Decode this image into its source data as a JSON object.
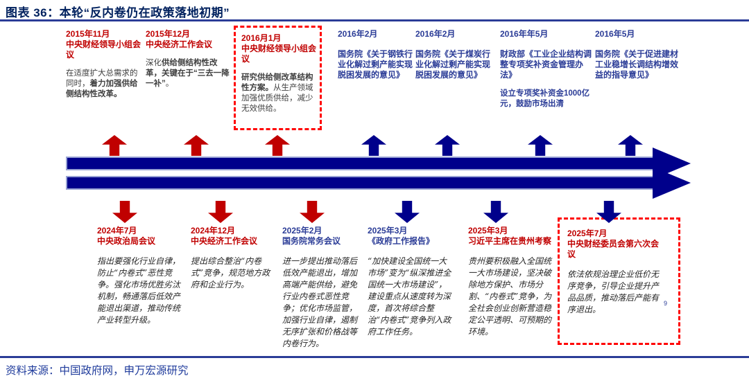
{
  "title": "图表 36：本轮“反内卷仍在政策落地初期”",
  "footer_source": "资料来源：中国政府网，申万宏源研究",
  "page_number": "9",
  "colors": {
    "red": "#C00000",
    "blue": "#2B3C97",
    "title_navy": "#00215E",
    "bar_navy": "#00008B",
    "dash_box": "#FF0000",
    "body_gray": "#3F3F3F"
  },
  "top_events": [
    {
      "date": "2015年11月",
      "heading": "中央财经领导小组会议",
      "color": "red",
      "arrow": "red",
      "boxed": false,
      "body_style": "sans",
      "body": [
        {
          "t": "在适度扩大总需求的同时，",
          "b": false
        },
        {
          "t": "着力加强供给侧结构性改革。",
          "b": true
        }
      ]
    },
    {
      "date": "2015年12月",
      "heading": "中央经济工作会议",
      "color": "red",
      "arrow": "red",
      "boxed": false,
      "body_style": "sans",
      "body": [
        {
          "t": "深化",
          "b": false
        },
        {
          "t": "供给侧结构性改革，关键在于“三去一降一补”",
          "b": true
        },
        {
          "t": "。",
          "b": false
        }
      ]
    },
    {
      "date": "2016月1月",
      "heading": "中央财经领导小组会议",
      "color": "red",
      "arrow": "red",
      "boxed": true,
      "body_style": "sans",
      "body": [
        {
          "t": "研究供给侧改革结构性方案。",
          "b": true
        },
        {
          "t": "从生产领域加强优质供给，减少无效供给。",
          "b": false
        }
      ]
    },
    {
      "date": "2016年2月",
      "heading": "国务院《关于钢铁行业化解过剩产能实现脱困发展的意见》",
      "color": "blue",
      "arrow": "navy",
      "boxed": false,
      "body_style": "sans",
      "body": []
    },
    {
      "date": "2016年2月",
      "heading": "国务院《关于煤炭行业化解过剩产能实现脱困发展的意见》",
      "color": "blue",
      "arrow": "navy",
      "boxed": false,
      "body_style": "sans",
      "body": []
    },
    {
      "date": "2016年年5月",
      "heading": "财政部《工业企业结构调整专项奖补资金管理办法》",
      "color": "blue",
      "arrow": "navy",
      "boxed": false,
      "body_style": "blue",
      "body": [
        {
          "t": "设立专项奖补资金1000亿元，鼓励市场出清",
          "b": true
        }
      ]
    },
    {
      "date": "2016年5月",
      "heading": "国务院《关于促进建材工业稳增长调结构增效益的指导意见》",
      "color": "blue",
      "arrow": "navy",
      "boxed": false,
      "body_style": "sans",
      "body": []
    }
  ],
  "bottom_events": [
    {
      "date": "2024年7月",
      "heading": "中央政治局会议",
      "color": "red",
      "arrow": "red",
      "boxed": false,
      "body_style": "serif",
      "body": [
        {
          "t": "指出要强化行业自律，防止“内卷式”恶性竞争。强化市场优胜劣汰机制，畅通落后低效产能退出渠道，推动传统产业转型升级。",
          "b": false
        }
      ]
    },
    {
      "date": "2024年12月",
      "heading": "中央经济工作会议",
      "color": "red",
      "arrow": "red",
      "boxed": false,
      "body_style": "serif",
      "body": [
        {
          "t": "提出综合整治“内卷式”竞争，规范地方政府和企业行为。",
          "b": false
        }
      ]
    },
    {
      "date": "2025年2月",
      "heading": "国务院常务会议",
      "color": "blue",
      "arrow": "red",
      "boxed": false,
      "body_style": "serif",
      "body": [
        {
          "t": "进一步提出推动落后低效产能退出，增加高端产能供给，避免行业内卷式恶性竞争；优化市场监管，加强行业自律，遏制无序扩张和价格战等内卷行为。",
          "b": false
        }
      ]
    },
    {
      "date": "2025年3月",
      "heading": "《政府工作报告》",
      "color": "blue",
      "arrow": "navy",
      "boxed": false,
      "body_style": "serif",
      "body": [
        {
          "t": "“加快建设全国统一大市场”变为“纵深推进全国统一大市场建设”，建设重点从速度转为深度，首次将综合整治“内卷式”竞争列入政府工作任务。",
          "b": false
        }
      ]
    },
    {
      "date": "2025年3月",
      "heading": "习近平主席在贵州考察",
      "color": "red",
      "arrow": "navy",
      "boxed": false,
      "body_style": "serif",
      "body": [
        {
          "t": "贵州要积极融入全国统一大市场建设，坚决破除地方保护、市场分割、“内卷式”竞争，为全社会创业创新营造稳定公平透明、可预期的环境。",
          "b": false
        }
      ]
    },
    {
      "date": "2025年7月",
      "heading": "中央财经委员会第六次会议",
      "color": "red",
      "arrow": "navy",
      "boxed": true,
      "body_style": "serif",
      "body": [
        {
          "t": "依法依规治理企业低价无序竞争，引导企业提升产品品质，推动落后产能有序退出。",
          "b": false
        }
      ]
    }
  ]
}
